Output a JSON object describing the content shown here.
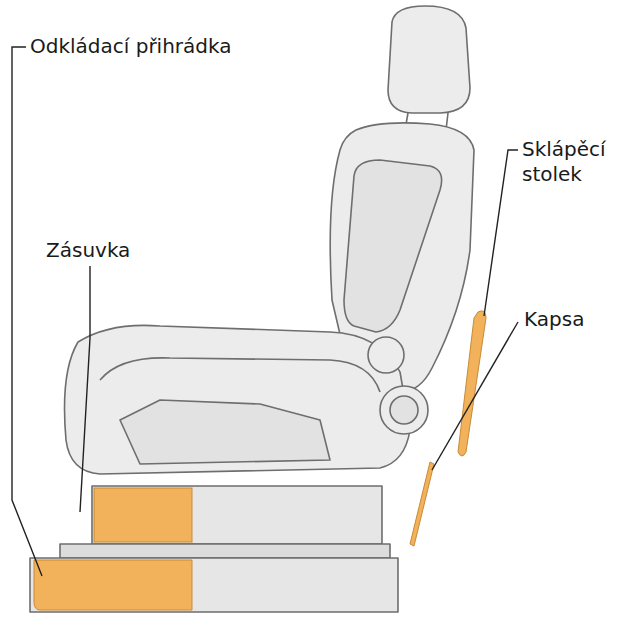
{
  "diagram": {
    "labels": [
      "Odkládací přihrádka",
      "Zásuvka",
      "Sklápěcí stolek",
      "Kapsa"
    ]
  }
}
